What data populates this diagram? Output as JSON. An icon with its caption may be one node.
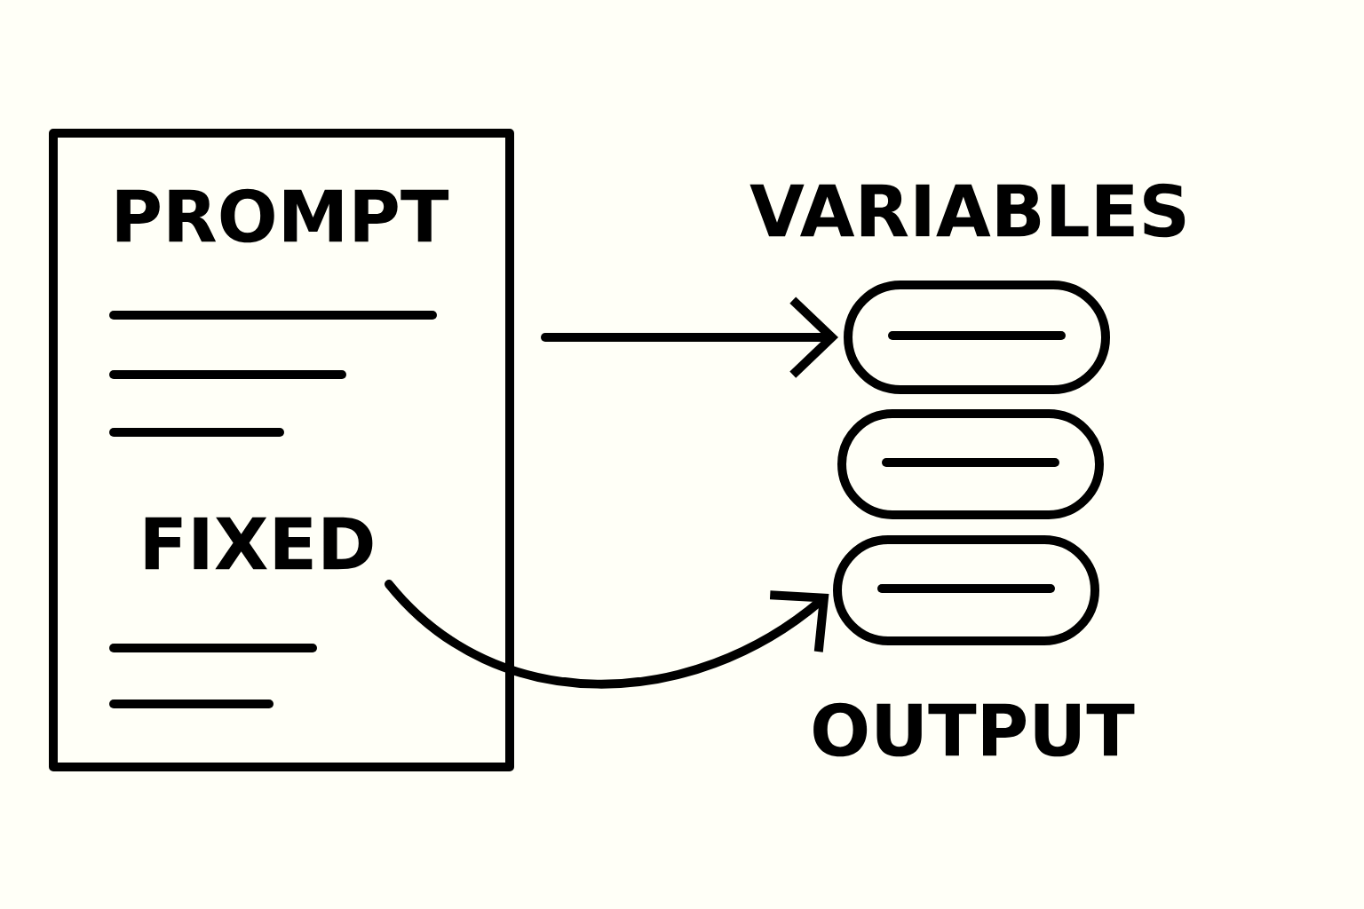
{
  "diagram": {
    "nodes": [
      {
        "text": [
          "PROMPT"
        ]
      },
      {
        "text": [
          "FIXED"
        ],
        "in": 0
      },
      {
        "text": [],
        "shape": "capsule"
      },
      {
        "text": [],
        "shape": "capsule"
      },
      {
        "text": [],
        "shape": "capsule"
      }
    ],
    "edges": [
      {
        "from": 0,
        "to": 2,
        "arrow": "to"
      },
      {
        "from": 1,
        "to": 4,
        "arrow": "to"
      }
    ],
    "labels": [
      "VARIABLES",
      "OUTPUT"
    ]
  }
}
